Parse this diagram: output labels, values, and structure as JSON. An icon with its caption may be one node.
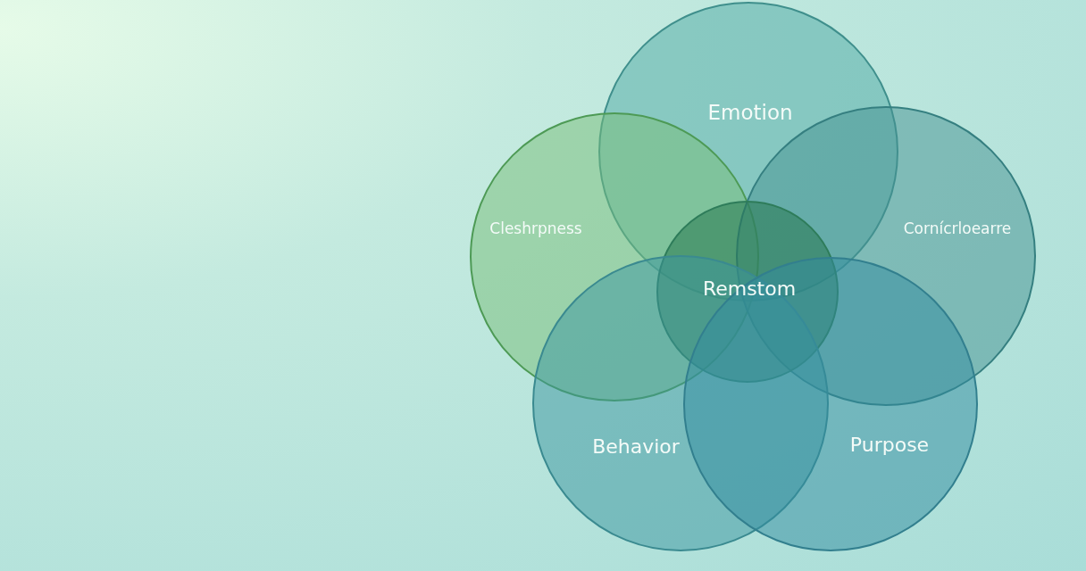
{
  "diagram": {
    "nodes": [
      {
        "text": [
          "Emotion"
        ]
      },
      {
        "text": [
          "Cleshrpness"
        ]
      },
      {
        "text": [
          "Cornícrloearre"
        ]
      },
      {
        "text": [
          "Remstom"
        ]
      },
      {
        "text": [
          "Behavior"
        ]
      },
      {
        "text": [
          "Purpose"
        ]
      }
    ]
  }
}
